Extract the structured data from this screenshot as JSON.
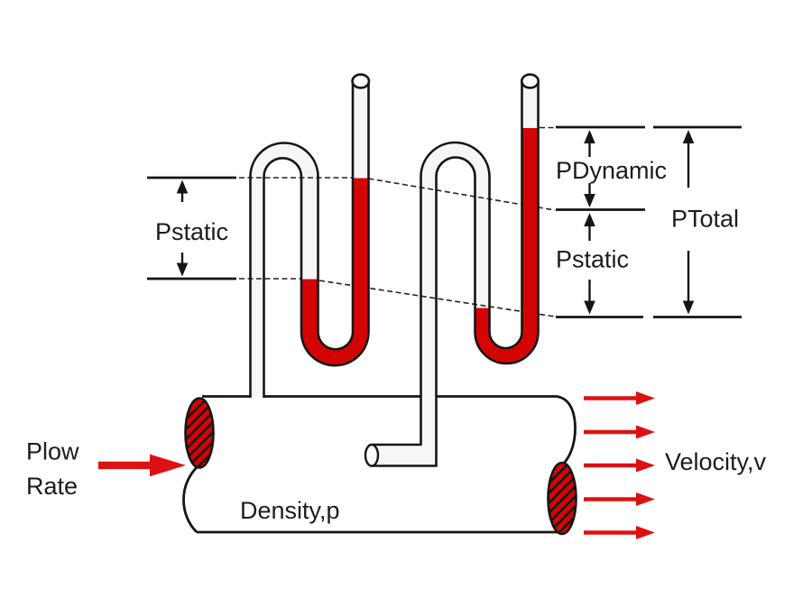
{
  "labels": {
    "flow_rate_line1": "Plow",
    "flow_rate_line2": "Rate",
    "density": "Density,p",
    "velocity": "Velocity,v",
    "pstatic_left": "Pstatic",
    "pdynamic": "PDynamic",
    "ptotal": "PTotal",
    "pstatic_right": "Pstatic"
  },
  "colors": {
    "fluid_red": "#d40404",
    "arrow_red": "#dd1111",
    "line_black": "#151515",
    "tube_interior_gray": "#f6f6f6",
    "background": "#ffffff"
  },
  "counts": {
    "velocity_arrows": 5,
    "manometers": 2
  }
}
